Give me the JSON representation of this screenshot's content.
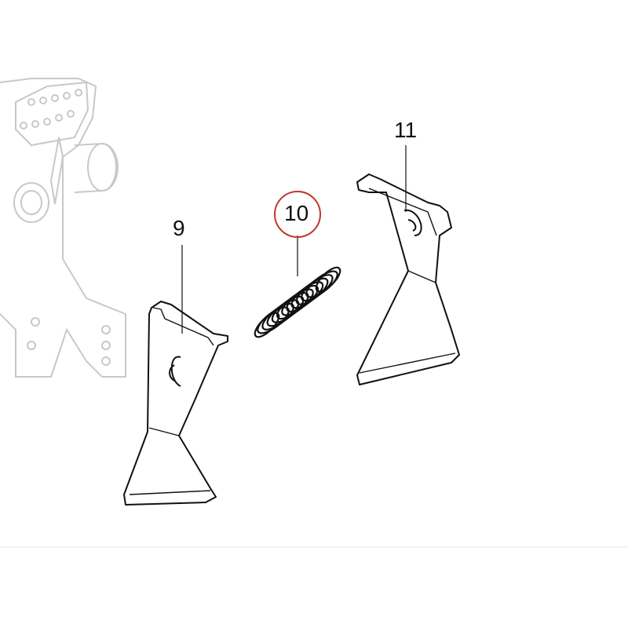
{
  "callouts": [
    {
      "id": "part-9",
      "label": "9",
      "highlighted": false
    },
    {
      "id": "part-10",
      "label": "10",
      "highlighted": true
    },
    {
      "id": "part-11",
      "label": "11",
      "highlighted": false
    }
  ],
  "colors": {
    "highlight": "#c0392b",
    "line": "#111111",
    "ghost": "#c8c8c8"
  }
}
